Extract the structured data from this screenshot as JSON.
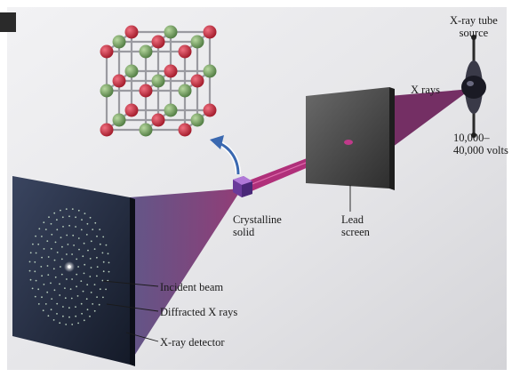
{
  "labels": {
    "xray_tube_source": "X-ray tube\nsource",
    "x_rays": "X rays",
    "voltage": "10,000–\n40,000 volts",
    "crystalline_solid": "Crystalline\nsolid",
    "lead_screen": "Lead\nscreen",
    "incident_beam": "Incident beam",
    "diffracted_x_rays": "Diffracted X rays",
    "xray_detector": "X-ray detector"
  },
  "colors": {
    "page": "#e8e8ea",
    "beam": "#b0307a",
    "lead_screen": "#4a4a4a",
    "detector": "#2a3348",
    "red_ion": "#c8283c",
    "green_ion": "#7aa268",
    "arrow": "#3a68b0"
  }
}
